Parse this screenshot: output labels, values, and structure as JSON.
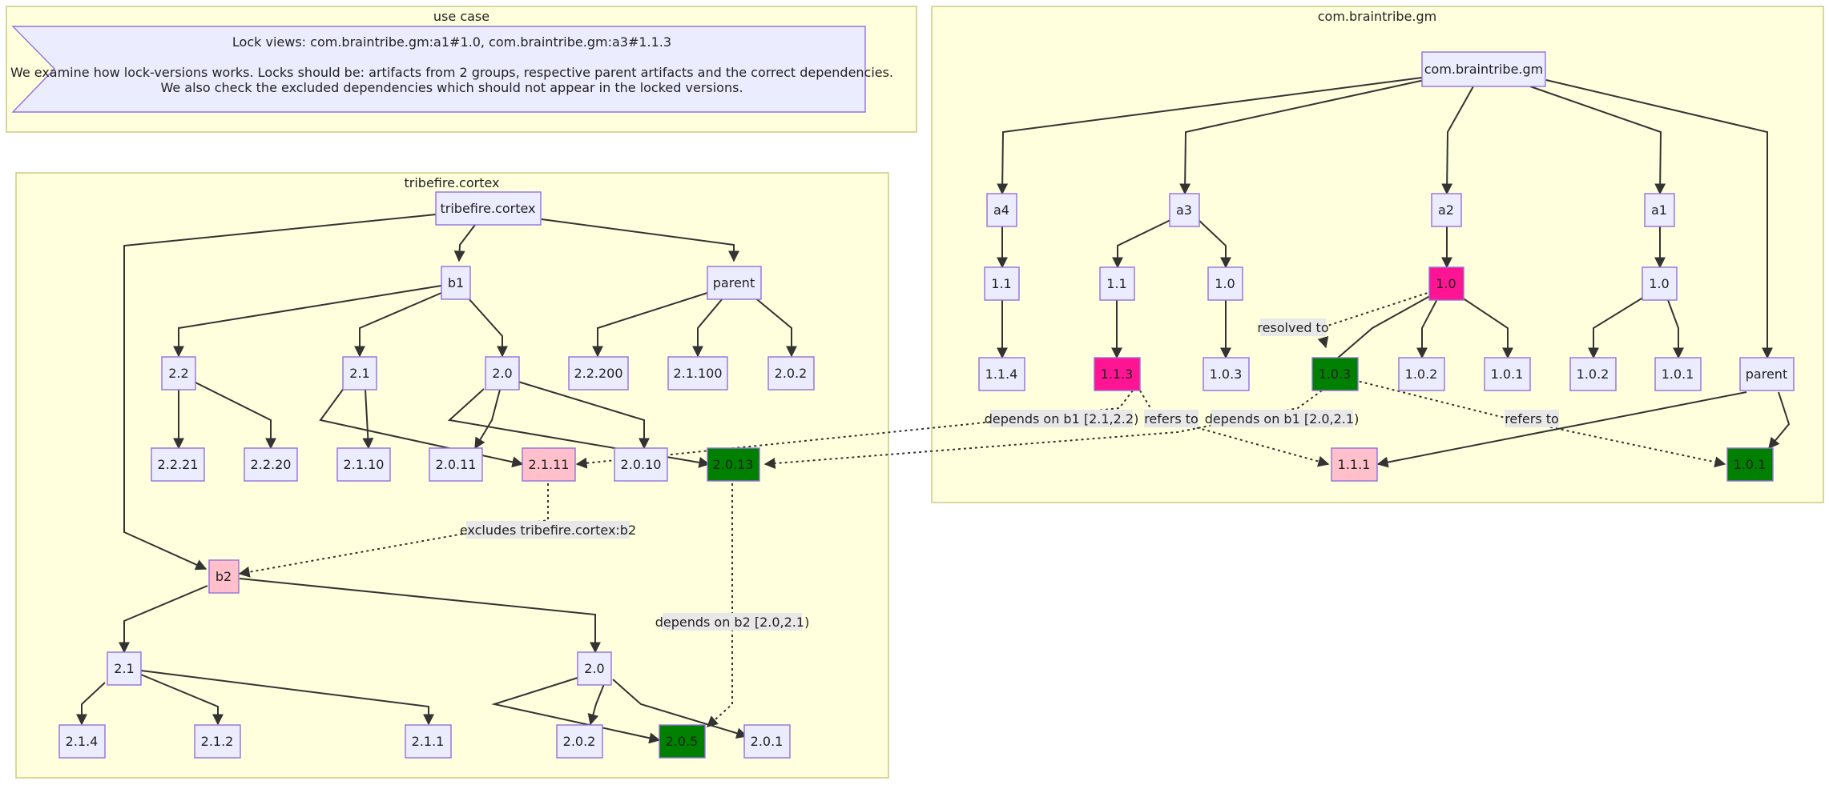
{
  "clusters": {
    "use_case": "use case",
    "gm": "com.braintribe.gm",
    "cortex": "tribefire.cortex"
  },
  "note": {
    "line1": "Lock views: com.braintribe.gm:a1#1.0, com.braintribe.gm:a3#1.1.3",
    "line2": "We examine how lock-versions works. Locks should be: artifacts from 2 groups, respective parent artifacts and the correct dependencies.",
    "line3": "We also check the excluded dependencies which should not appear in the locked versions."
  },
  "colors": {
    "default": "#ececff",
    "locked_green": "#008000",
    "selected_magenta": "#ff1493",
    "referenced_pink": "#ffc0cb",
    "cluster_bg": "#ffffde"
  },
  "gm": {
    "root": "com.braintribe.gm",
    "a4": "a4",
    "a3": "a3",
    "a2": "a2",
    "a1": "a1",
    "a4_11": "1.1",
    "a4_114": "1.1.4",
    "a3_11": "1.1",
    "a3_10": "1.0",
    "a3_113": "1.1.3",
    "a3_103": "1.0.3",
    "a2_10": "1.0",
    "a2_103": "1.0.3",
    "a2_102": "1.0.2",
    "a2_101": "1.0.1",
    "a1_10": "1.0",
    "a1_102": "1.0.2",
    "a1_101": "1.0.1",
    "parent": "parent",
    "p_111": "1.1.1",
    "p_101": "1.0.1"
  },
  "cortex": {
    "root": "tribefire.cortex",
    "b1": "b1",
    "parent": "parent",
    "b2": "b2",
    "b1_22": "2.2",
    "b1_21": "2.1",
    "b1_20": "2.0",
    "p_22200": "2.2.200",
    "p_21100": "2.1.100",
    "p_202": "2.0.2",
    "b1_2221": "2.2.21",
    "b1_2220": "2.2.20",
    "b1_2110": "2.1.10",
    "b1_2011": "2.0.11",
    "b1_2111": "2.1.11",
    "b1_2010": "2.0.10",
    "b1_2013": "2.0.13",
    "b2_21": "2.1",
    "b2_20": "2.0",
    "b2_214": "2.1.4",
    "b2_212": "2.1.2",
    "b2_211": "2.1.1",
    "b2_202": "2.0.2",
    "b2_205": "2.0.5",
    "b2_201": "2.0.1"
  },
  "edge_labels": {
    "resolved_to": "resolved to",
    "depends_b1_21_22": "depends on b1 [2.1,2.2)",
    "refers_to_1": "refers to",
    "depends_b1_20_21": "depends on b1 [2.0,2.1)",
    "refers_to_2": "refers to",
    "excludes": "excludes tribefire.cortex:b2",
    "depends_b2": "depends on b2 [2.0,2.1)"
  }
}
